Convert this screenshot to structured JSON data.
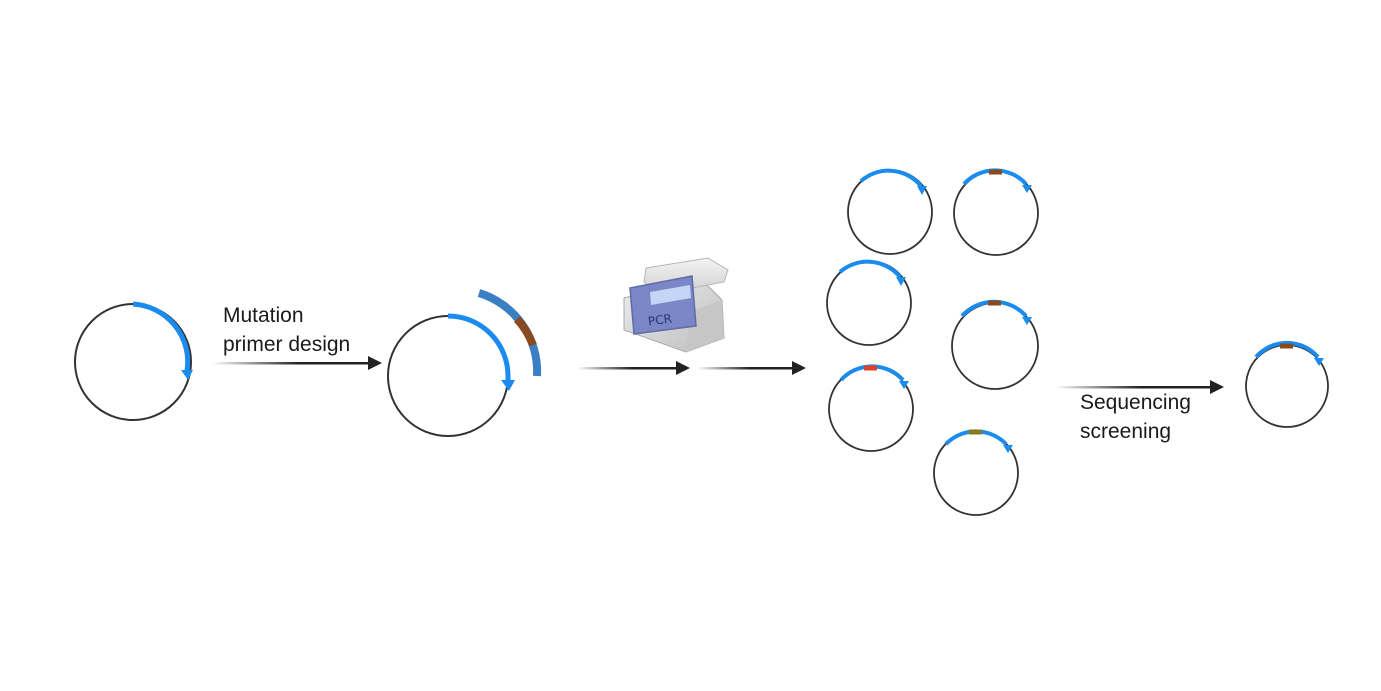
{
  "steps": {
    "mutation_label_line1": "Mutation",
    "mutation_label_line2": "primer design",
    "pcr_label": "PCR",
    "screening_label_line1": "Sequencing",
    "screening_label_line2": "screening"
  },
  "colors": {
    "gene": "#1a8cf0",
    "primer": "#3a7fc4",
    "mutation": "#8a4a1f",
    "mutation_red": "#d9432c",
    "mutation_olive": "#8a7a1f",
    "plasmid": "#333333",
    "arrow": "#222222"
  },
  "icons": [
    "plasmid-icon",
    "primer-icon",
    "pcr-machine-icon",
    "arrow-icon"
  ]
}
